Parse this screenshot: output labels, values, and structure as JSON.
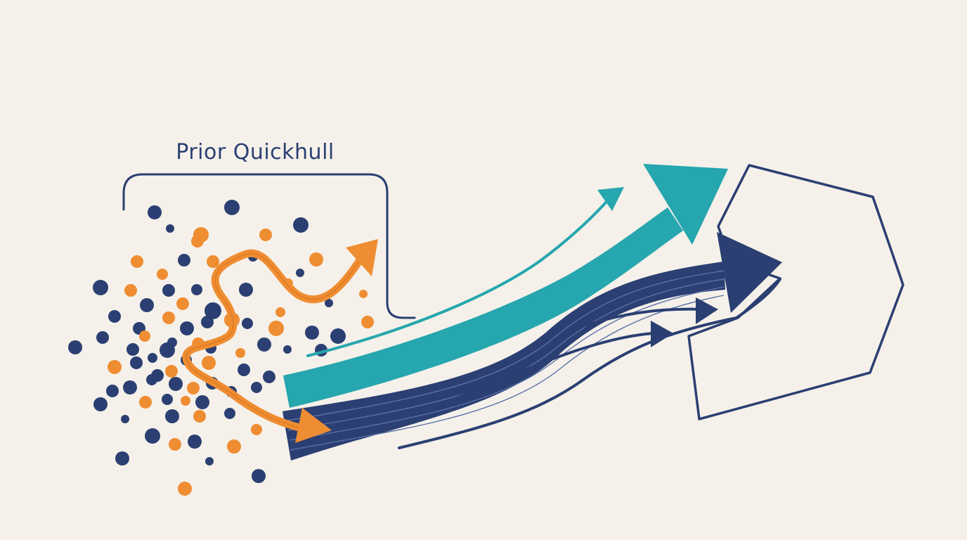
{
  "diagram": {
    "label": "Prior Quickhull",
    "colors": {
      "background": "#f5f1ea",
      "navy": "#2b3f72",
      "orange": "#ef8d32",
      "teal": "#26a6ae"
    },
    "elements": [
      "scattered-points",
      "prior-quickhull-bracket",
      "wandering-orange-arrow",
      "teal-arrow",
      "navy-arrow-bundle",
      "convex-hull-polygon"
    ]
  }
}
